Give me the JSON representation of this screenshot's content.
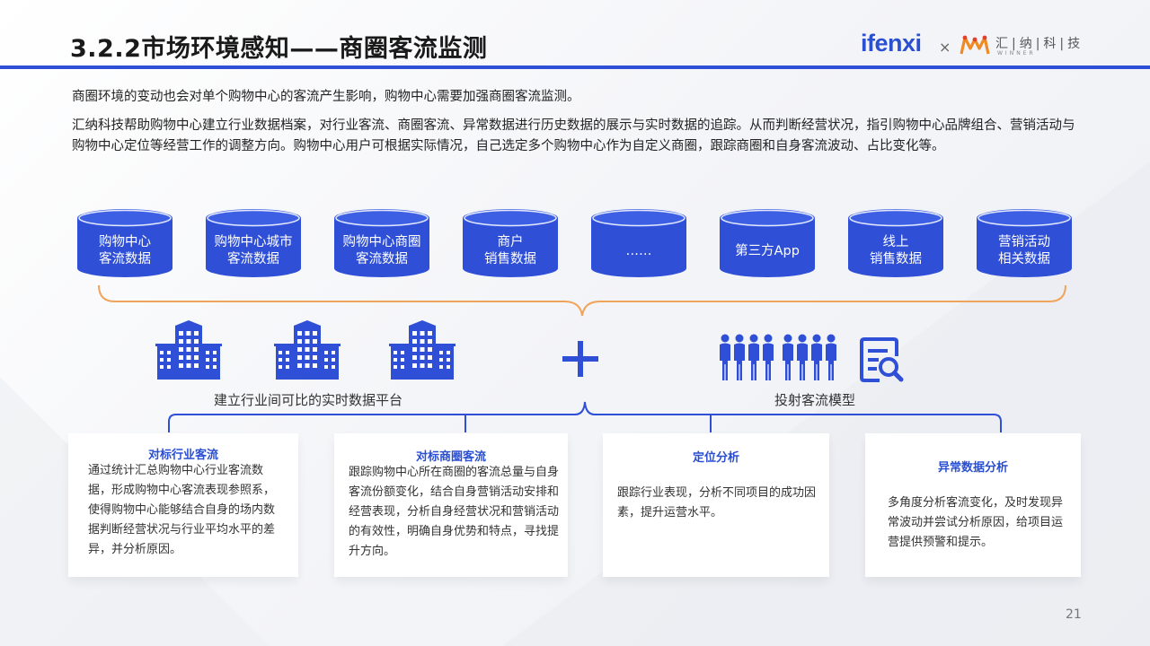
{
  "header": {
    "title": "3.2.2市场环境感知——商圈客流监测",
    "logo_ifenxi": "ifenxi",
    "logo_times": "×",
    "logo_cn": "汇|纳|科|技",
    "logo_en": "WINNER"
  },
  "intro": {
    "line1": "商圈环境的变动也会对单个购物中心的客流产生影响，购物中心需要加强商圈客流监测。",
    "line2": "汇纳科技帮助购物中心建立行业数据档案，对行业客流、商圈客流、异常数据进行历史数据的展示与实时数据的追踪。从而判断经营状况，指引购物中心品牌组合、营销活动与购物中心定位等经营工作的调整方向。购物中心用户可根据实际情况，自己选定多个购物中心作为自定义商圈，跟踪商圈和自身客流波动、占比变化等。"
  },
  "data_sources": [
    {
      "label": "购物中心\n客流数据"
    },
    {
      "label": "购物中心城市\n客流数据"
    },
    {
      "label": "购物中心商圈\n客流数据"
    },
    {
      "label": "商户\n销售数据"
    },
    {
      "label": "……"
    },
    {
      "label": "第三方App"
    },
    {
      "label": "线上\n销售数据"
    },
    {
      "label": "营销活动\n相关数据"
    }
  ],
  "middle": {
    "left_label": "建立行业间可比的实时数据平台",
    "right_label": "投射客流模型",
    "plus_icon": "plus-icon",
    "building_icon": "building-icon",
    "people_icon": "people-group-icon",
    "doc_icon": "document-search-icon"
  },
  "cards": [
    {
      "title": "对标行业客流",
      "body": "通过统计汇总购物中心行业客流数据，形成购物中心客流表现参照系，使得购物中心能够结合自身的场内数据判断经营状况与行业平均水平的差异，并分析原因。"
    },
    {
      "title": "对标商圈客流",
      "body": "跟踪购物中心所在商圈的客流总量与自身客流份额变化，结合自身营销活动安排和经营表现，分析自身经营状况和营销活动的有效性，明确自身优势和特点，寻找提升方向。"
    },
    {
      "title": "定位分析",
      "body": "跟踪行业表现，分析不同项目的成功因素，提升运营水平。"
    },
    {
      "title": "异常数据分析",
      "body": "多角度分析客流变化，及时发现异常波动并尝试分析原因，给项目运营提供预警和提示。"
    }
  ],
  "colors": {
    "accent_blue": "#2b4fd1",
    "cylinder_blue": "#2f4fd6",
    "brace_orange": "#f0a35a"
  },
  "footer": {
    "page_number": "21"
  }
}
